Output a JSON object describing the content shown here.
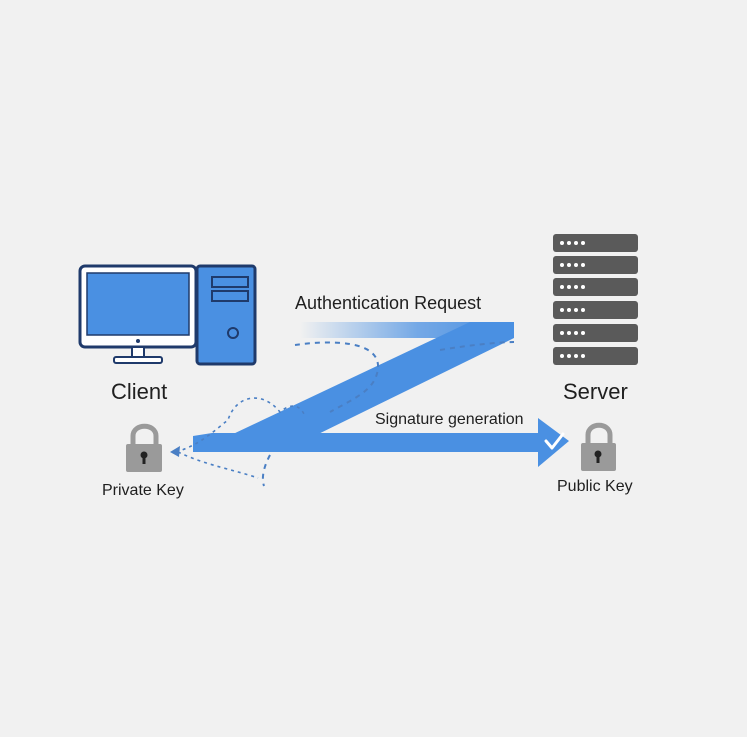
{
  "labels": {
    "client": "Client",
    "server": "Server",
    "auth_request": "Authentication Request",
    "signature_generation": "Signature generation",
    "private_key": "Private Key",
    "public_key": "Public Key"
  },
  "icons": {
    "client": "desktop-computer-icon",
    "server": "server-rack-icon",
    "private_key": "padlock-icon",
    "public_key": "padlock-icon",
    "check": "checkmark-icon"
  },
  "colors": {
    "background": "#f1f1f1",
    "arrow_blue": "#4a90e2",
    "dashed_blue": "#4a7fc4",
    "server_dark": "#5a5a5a",
    "lock_gray": "#9a9a9a",
    "monitor_frame": "#1f3a6b"
  }
}
